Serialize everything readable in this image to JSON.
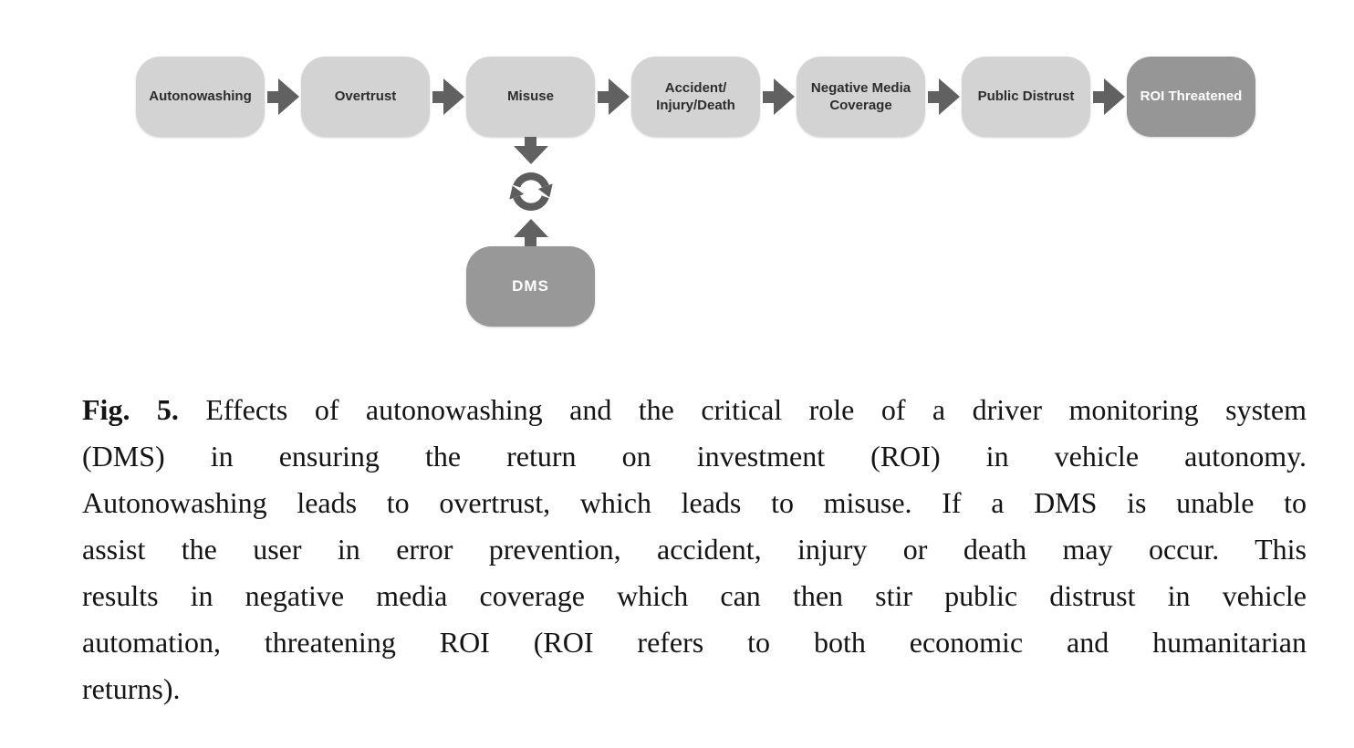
{
  "diagram": {
    "flow": {
      "boxes": [
        {
          "label": "Autonowashing",
          "variant": "light"
        },
        {
          "label": "Overtrust",
          "variant": "light"
        },
        {
          "label": "Misuse",
          "variant": "light"
        },
        {
          "label": "Accident/ Injury/Death",
          "variant": "light"
        },
        {
          "label": "Negative Media Coverage",
          "variant": "light"
        },
        {
          "label": "Public Distrust",
          "variant": "light"
        },
        {
          "label": "ROI Threatened",
          "variant": "dark"
        }
      ]
    },
    "feedback": {
      "dms_label": "DMS"
    },
    "icons": {
      "flow_arrow": "arrow-right-icon",
      "down_arrow": "arrow-down-icon",
      "up_arrow": "arrow-up-icon",
      "cycle": "cycle-arrows-icon"
    },
    "colors": {
      "box_light": "#d3d3d3",
      "box_dark": "#969696",
      "dms_box": "#989898",
      "arrow": "#616161",
      "label_on_light": "#2d2d2d",
      "label_on_dark": "#ffffff"
    }
  },
  "caption": {
    "fig_label": "Fig. 5.",
    "lines": [
      "Effects of autonowashing and the critical role of a driver monitoring system",
      "(DMS) in ensuring the return on investment (ROI) in vehicle autonomy.",
      "Autonowashing leads to overtrust, which leads to misuse. If a DMS is unable to",
      "assist the user in error prevention, accident, injury or death may occur. This",
      "results in negative media coverage which can then stir public distrust in vehicle",
      "automation, threatening ROI (ROI refers to both economic and humanitarian",
      "returns)."
    ]
  }
}
